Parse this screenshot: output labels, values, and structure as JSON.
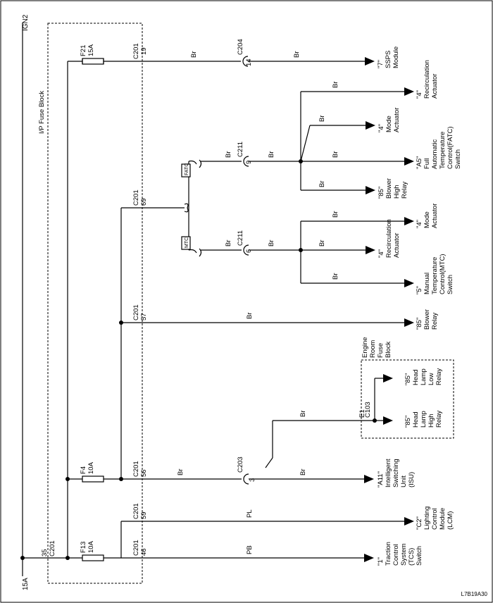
{
  "power": {
    "source": "IGN2",
    "fuse_rating_bottom": "15A",
    "fuse_block_label": "I/P Fuse Block",
    "main_connector": "C201",
    "main_pin": "35"
  },
  "fuses": {
    "f21": {
      "name": "F21",
      "rating": "15A"
    },
    "f4": {
      "name": "F4",
      "rating": "10A"
    },
    "f13": {
      "name": "F13",
      "rating": "10A"
    }
  },
  "connectors": {
    "c201_19": {
      "name": "C201",
      "pin": "19"
    },
    "c201_69": {
      "name": "C201",
      "pin": "69"
    },
    "c201_57": {
      "name": "C201",
      "pin": "57"
    },
    "c201_56": {
      "name": "C201",
      "pin": "56"
    },
    "c201_59": {
      "name": "C201",
      "pin": "59"
    },
    "c201_46": {
      "name": "C201",
      "pin": "46"
    },
    "c204": {
      "name": "C204",
      "pin": "14"
    },
    "c211_fatc": {
      "name": "C211",
      "pin": "9"
    },
    "c211_mtc": {
      "name": "C211",
      "pin": "6"
    },
    "c203": {
      "name": "C203",
      "pin": "3"
    },
    "c103": {
      "name": "C103",
      "pin": "E1"
    }
  },
  "options": {
    "fatc": "FATC",
    "mtc": "MTC"
  },
  "wire_colors": {
    "br": "Br",
    "pl": "PL",
    "pb": "PB"
  },
  "engine_block": {
    "l1": "Engine",
    "l2": "Room",
    "l3": "Fuse",
    "l4": "Block"
  },
  "destinations": {
    "sdsps": {
      "pin": "\"7\"",
      "l1": "SSPS",
      "l2": "Module"
    },
    "recirc_fatc": {
      "pin": "\"4\"",
      "l1": "Recirculation",
      "l2": "Actuator"
    },
    "mode_fatc": {
      "pin": "\"4\"",
      "l1": "Mode",
      "l2": "Actuator"
    },
    "fatc_switch": {
      "pin": "\"A5\"",
      "l1": "Full",
      "l2": "Automatic",
      "l3": "Temperature",
      "l4": "Control(FATC)",
      "l5": "Switch"
    },
    "blower_hi": {
      "pin": "\"85\"",
      "l1": "Blower",
      "l2": "High",
      "l3": "Relay"
    },
    "mode_mtc": {
      "pin": "\"4\"",
      "l1": "Mode",
      "l2": "Actuator"
    },
    "recirc_mtc": {
      "pin": "\"4\"",
      "l1": "Recirculation",
      "l2": "Actuator"
    },
    "mtc_switch": {
      "pin": "\"5\"",
      "l1": "Manual",
      "l2": "Temperature",
      "l3": "Control(MTC)",
      "l4": "Switch"
    },
    "blower_relay": {
      "pin": "\"85\"",
      "l1": "Blower",
      "l2": "Relay"
    },
    "hl_low": {
      "pin": "\"85\"",
      "l1": "Head",
      "l2": "Lamp",
      "l3": "Low",
      "l4": "Relay"
    },
    "hl_high": {
      "pin": "\"85\"",
      "l1": "Head",
      "l2": "Lamp",
      "l3": "High",
      "l4": "Relay"
    },
    "isu": {
      "pin": "\"A11\"",
      "l1": "Intelligent",
      "l2": "Switching",
      "l3": "Unit",
      "l4": "(ISU)"
    },
    "lcm": {
      "pin": "\"C2\"",
      "l1": "Lighting",
      "l2": "Control",
      "l3": "Module",
      "l4": "(LCM)"
    },
    "tcs": {
      "pin": "\"1\"",
      "l1": "Traction",
      "l2": "Control",
      "l3": "System",
      "l4": "(TCS)",
      "l5": "Switch"
    }
  },
  "figure_id": "L7B19A30"
}
